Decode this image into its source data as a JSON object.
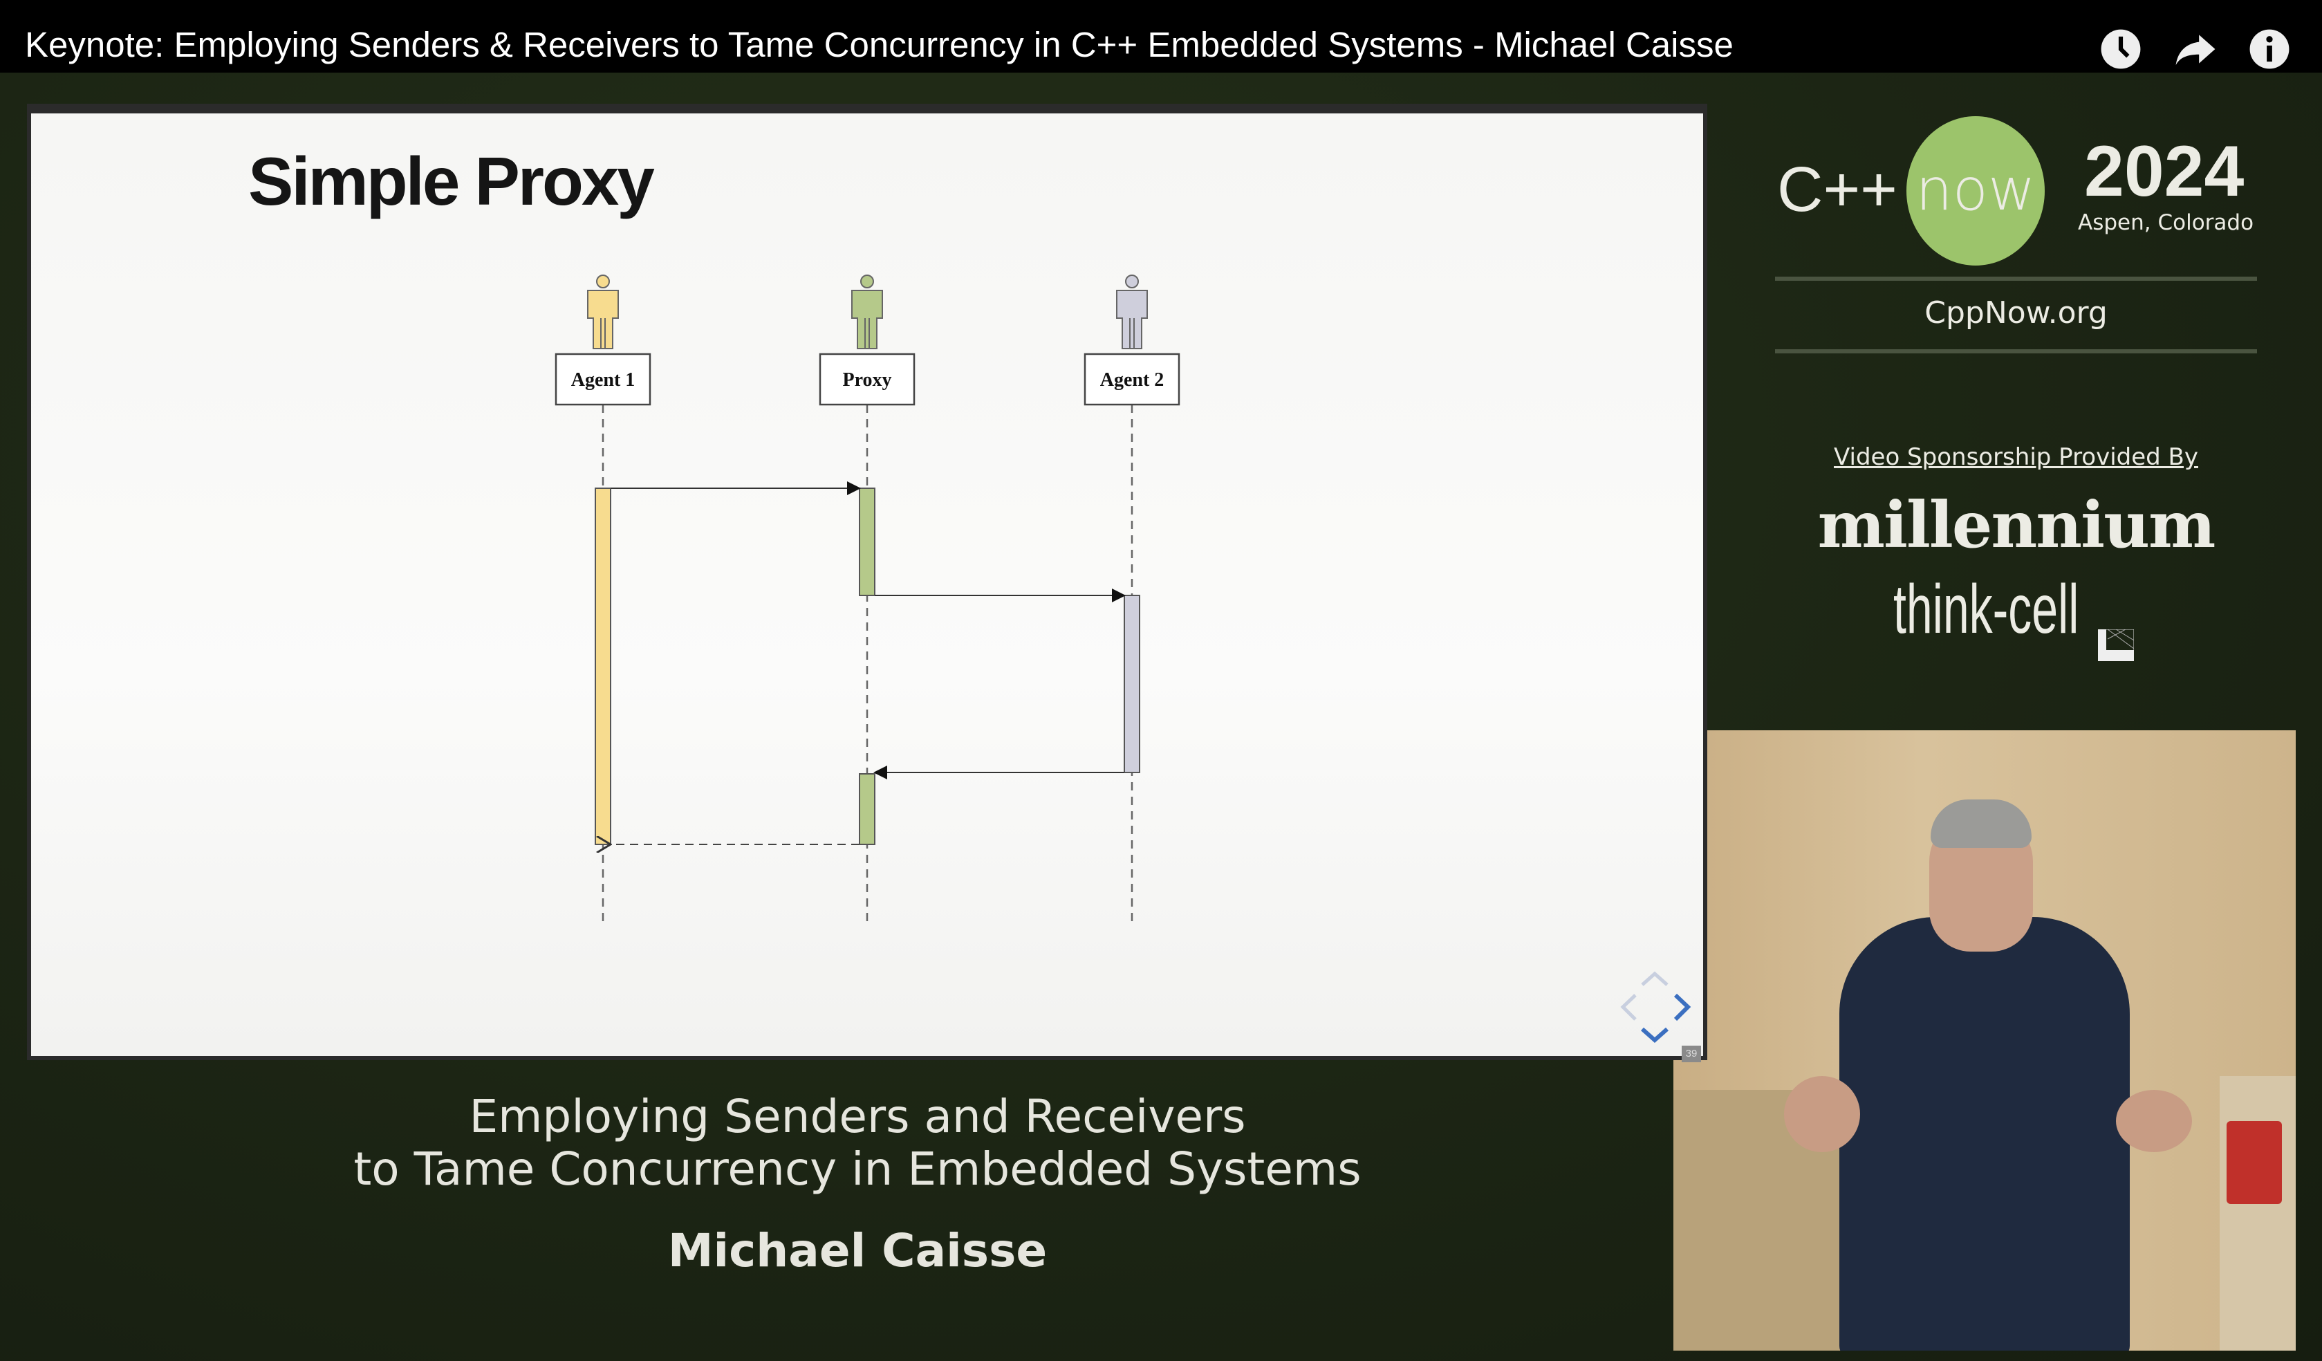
{
  "video": {
    "title": "Keynote: Employing Senders & Receivers to Tame Concurrency in C++ Embedded Systems - Michael Caisse",
    "icons": [
      "clock-icon",
      "share-icon",
      "info-icon"
    ]
  },
  "slide": {
    "title": "Simple Proxy",
    "page_number": "39",
    "participants": [
      {
        "label": "Agent 1",
        "color": "#f7dc8f"
      },
      {
        "label": "Proxy",
        "color": "#b5c98a"
      },
      {
        "label": "Agent 2",
        "color": "#cfcfdc"
      }
    ],
    "messages": [
      {
        "from": "Agent 1",
        "to": "Proxy",
        "style": "solid"
      },
      {
        "from": "Proxy",
        "to": "Agent 2",
        "style": "solid"
      },
      {
        "from": "Agent 2",
        "to": "Proxy",
        "style": "solid"
      },
      {
        "from": "Proxy",
        "to": "Agent 1",
        "style": "dashed-return"
      }
    ]
  },
  "branding": {
    "logo_prefix": "C++",
    "logo_circle": "now",
    "year": "2024",
    "location": "Aspen, Colorado",
    "website": "CppNow.org",
    "sponsor_heading": "Video Sponsorship Provided By",
    "sponsor_1": "millennium",
    "sponsor_2": "think-cell",
    "accent": "#9cc46b"
  },
  "lower_third": {
    "talk_line_1": "Employing Senders and Receivers",
    "talk_line_2": "to Tame Concurrency in Embedded Systems",
    "speaker": "Michael Caisse"
  }
}
